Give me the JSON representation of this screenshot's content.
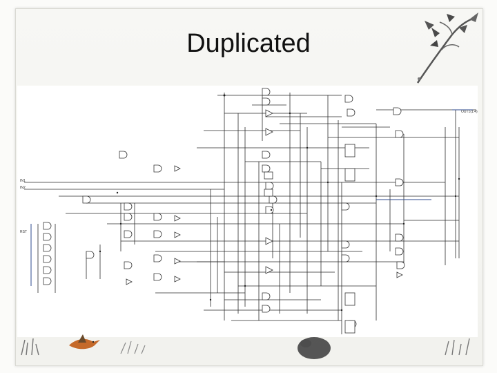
{
  "slide": {
    "title": "Duplicated"
  },
  "schematic": {
    "kind": "gate-level logic schematic",
    "input_labels": [
      "IN1",
      "IN2",
      "RST"
    ],
    "output_label": "OUT1(1:4)"
  },
  "colors": {
    "background": "#fbfbf9",
    "wire": "#2a2a2a",
    "gate": "#333333",
    "bus": "#2c4a8c",
    "decoration_ink": "#555555",
    "bird_orange": "#c56a2a"
  },
  "icons": [
    "branch-decoration-icon",
    "bird-decoration-icon",
    "ink-blot-icon",
    "grass-decoration-icon"
  ]
}
